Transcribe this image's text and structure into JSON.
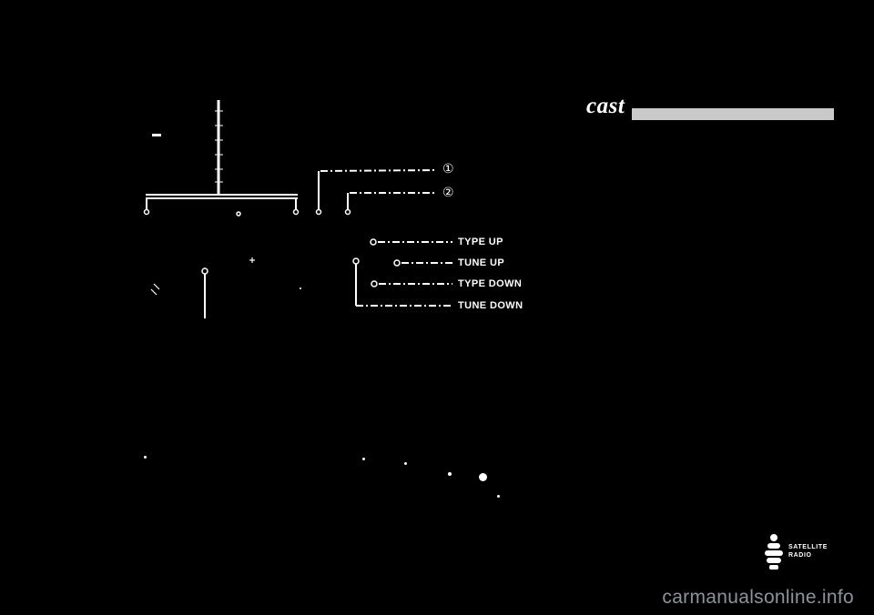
{
  "page": {
    "heading_fragment": "cast",
    "watermark": "carmanualsonline.info"
  },
  "diagram": {
    "callouts": [
      "①",
      "②"
    ],
    "labels": [
      "TYPE UP",
      "TUNE UP",
      "TYPE DOWN",
      "TUNE DOWN"
    ]
  },
  "badge": {
    "line1": "SATELLITE",
    "line2": "RADIO"
  },
  "colors": {
    "background": "#000000",
    "foreground": "#ffffff",
    "heading_bar": "#c9c9c9",
    "watermark": "#8d939d"
  }
}
